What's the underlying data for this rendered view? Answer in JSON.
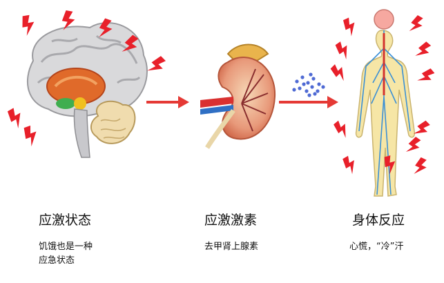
{
  "colors": {
    "bolt": "#e8202a",
    "arrow": "#e53935",
    "nerve": "#3a8fd6",
    "body_fill": "#f6e6a6",
    "kidney": "#e2765a",
    "dots": "#4f6ad4"
  },
  "stages": [
    {
      "title": "应激状态",
      "desc_line1": "饥饿也是一种",
      "desc_line2": "应急状态"
    },
    {
      "title": "应激激素",
      "desc_line1": "去甲肾上腺素"
    },
    {
      "title": "身体反应",
      "desc_line1": "心慌，“冷”汗"
    }
  ],
  "icons": [
    "brain-icon",
    "kidney-adrenal-icon",
    "hormone-molecules-icon",
    "human-nervous-system-icon",
    "lightning-bolt-icon",
    "arrow-right-icon"
  ]
}
